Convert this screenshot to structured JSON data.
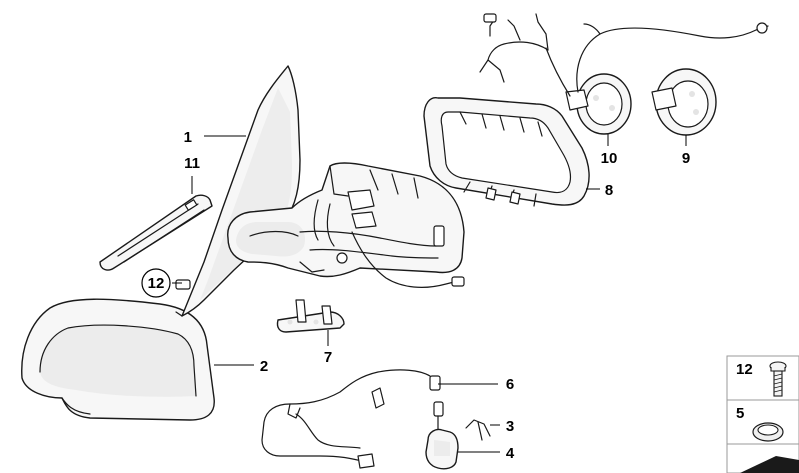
{
  "diagram": {
    "callouts": {
      "p1": "1",
      "p11": "11",
      "p12": "12",
      "p2": "2",
      "p7": "7",
      "p6": "6",
      "p3": "3",
      "p4": "4",
      "p8": "8",
      "p10": "10",
      "p9": "9"
    },
    "legend": {
      "item12": "12",
      "item5": "5"
    }
  }
}
